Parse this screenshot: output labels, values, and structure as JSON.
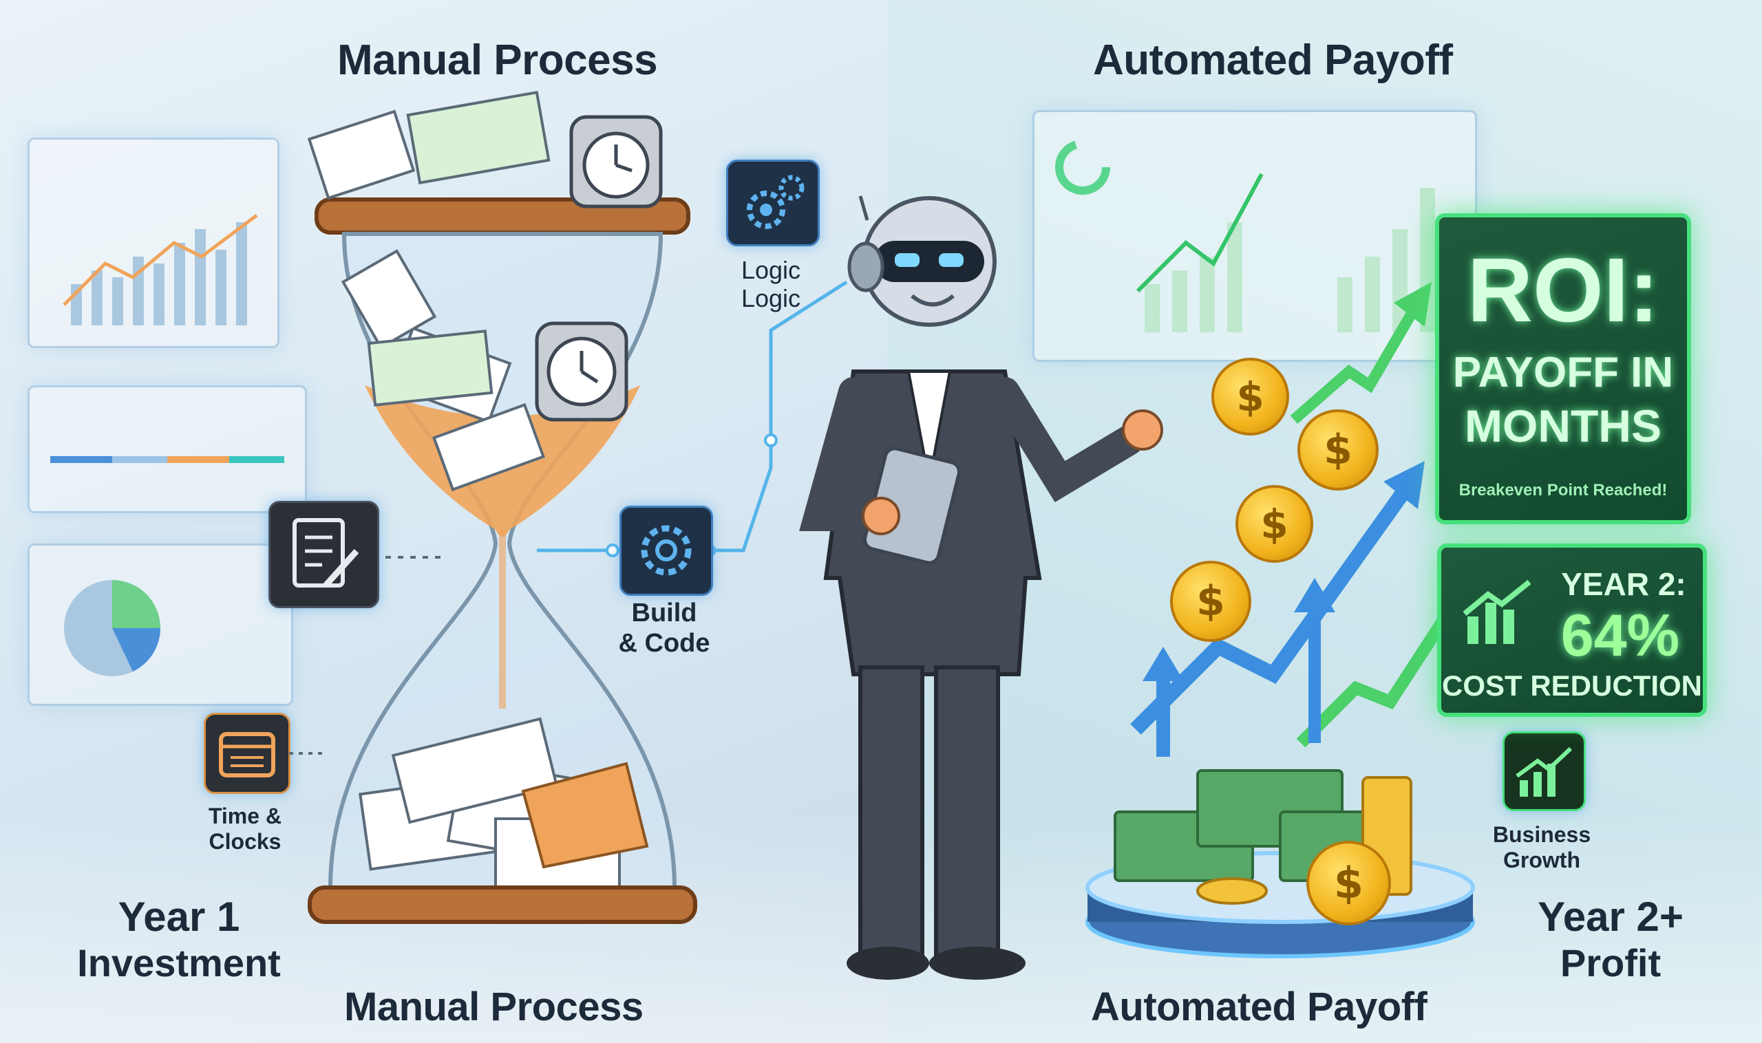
{
  "titles": {
    "left_top": "Manual Process",
    "right_top": "Automated Payoff",
    "left_bottom": "Manual Process",
    "right_bottom": "Automated Payoff"
  },
  "steps": {
    "logic": "Logic\nLogic",
    "build": "Build\n& Code",
    "time": "Time &\nClocks",
    "growth": "Business\nGrowth"
  },
  "year1": {
    "line1": "Year 1",
    "line2": "Investment"
  },
  "year2": {
    "line1": "Year 2+",
    "line2": "Profit"
  },
  "roi": {
    "headline": "ROI:",
    "line2": "PAYOFF IN",
    "line3": "MONTHS",
    "sub": "Breakeven Point Reached!"
  },
  "savings": {
    "label": "YEAR 2:",
    "value": "64%",
    "caption": "COST REDUCTION"
  },
  "coin_symbol": "$",
  "colors": {
    "accent_green": "#46e07c",
    "accent_blue": "#3f7fbf",
    "sand": "#f0a45a",
    "wood": "#b9713a"
  },
  "icons": [
    "logic-gears-icon",
    "build-gear-icon",
    "document-pen-icon",
    "calendar-clock-icon",
    "growth-chart-icon",
    "dollar-coin-icon"
  ]
}
